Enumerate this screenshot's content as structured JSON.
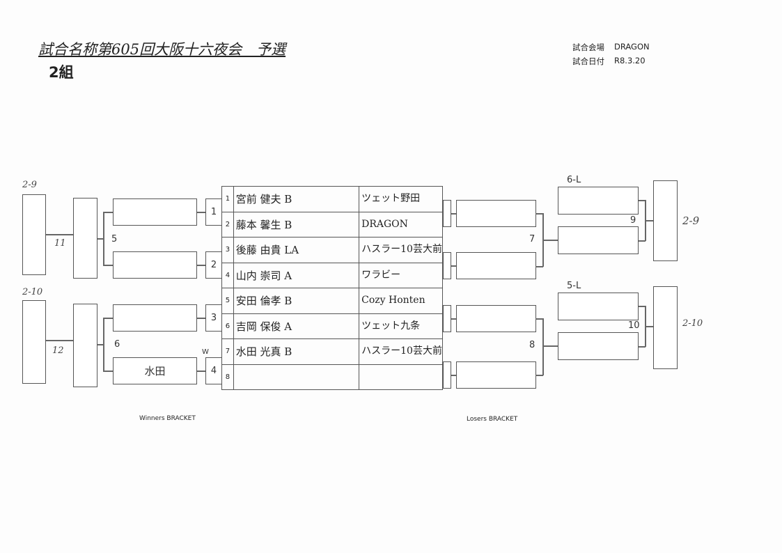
{
  "header": {
    "title": "試合名称第605回大阪十六夜会　予選",
    "group": "2組",
    "venue_label": "試合会場",
    "venue": "DRAGON",
    "date_label": "試合日付",
    "date": "R8.3.20"
  },
  "entries": [
    {
      "no": "1",
      "name": "宮前 健夫 B",
      "team": "ツェット野田"
    },
    {
      "no": "2",
      "name": "藤本 馨生 B",
      "team": "DRAGON"
    },
    {
      "no": "3",
      "name": "後藤 由貴 LA",
      "team": "ハスラー10芸大前"
    },
    {
      "no": "4",
      "name": "山内 崇司 A",
      "team": "ワラビー"
    },
    {
      "no": "5",
      "name": "安田 倫孝 B",
      "team": "Cozy Honten"
    },
    {
      "no": "6",
      "name": "吉岡 保俊 A",
      "team": "ツェット九条"
    },
    {
      "no": "7",
      "name": "水田 光真 B",
      "team": "ハスラー10芸大前"
    },
    {
      "no": "8",
      "name": "",
      "team": ""
    }
  ],
  "winners": {
    "label": "Winners BRACKET",
    "match1": "1",
    "match2": "2",
    "match3": "3",
    "match4": "4",
    "match5": "5",
    "match6": "6",
    "walkover": "W",
    "bye_winner": "水田",
    "hand_11": "11",
    "hand_12": "12",
    "hand_29": "2-9",
    "hand_210": "2-10"
  },
  "losers": {
    "label": "Losers BRACKET",
    "match7": "7",
    "match8": "8",
    "match9": "9",
    "match10": "10",
    "from6": "6-L",
    "from5": "5-L",
    "hand_29": "2-9",
    "hand_210": "2-10"
  }
}
